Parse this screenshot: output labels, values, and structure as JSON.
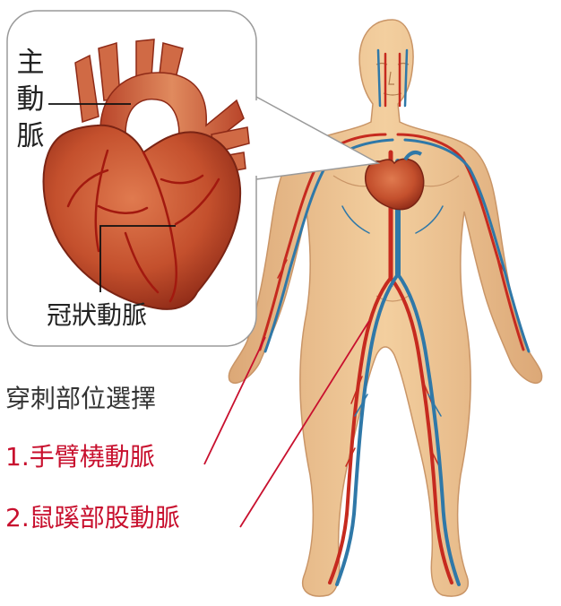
{
  "labels": {
    "aorta": [
      "主",
      "動",
      "脈"
    ],
    "coronary_artery": "冠狀動脈",
    "puncture_site_title": "穿刺部位選擇",
    "sites": [
      "1.手臂橈動脈",
      "2.鼠蹊部股動脈"
    ]
  },
  "colors": {
    "skin": "#f0c795",
    "skin_shade": "#dca877",
    "artery": "#c62a1f",
    "vein": "#2f78a8",
    "heart": "#c84a2c",
    "heart_dark": "#8e2a17",
    "callout_border": "#9a9a9a",
    "site_text": "#c8102e",
    "label_text": "#222222"
  },
  "icons": [
    "heart-illustration",
    "human-circulatory-figure"
  ]
}
